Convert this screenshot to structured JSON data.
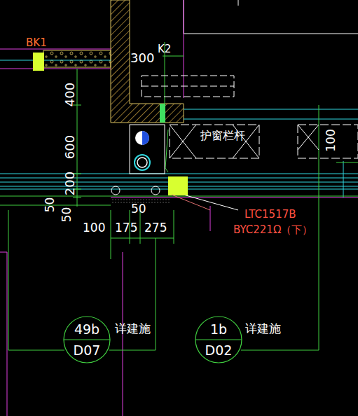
{
  "diagram": {
    "nodes": [
      {
        "text": [
          "49b",
          "D07"
        ]
      },
      {
        "text": [
          "1b",
          "D02"
        ]
      }
    ],
    "labels": [
      "BK1",
      "300",
      "K2",
      "400",
      "600",
      "200",
      "50",
      "50",
      "50",
      "100",
      "175",
      "275",
      "护窗栏杆",
      "100",
      "LTC1517B",
      "BYC221Ω（下）",
      "详建施",
      "详建施"
    ]
  }
}
